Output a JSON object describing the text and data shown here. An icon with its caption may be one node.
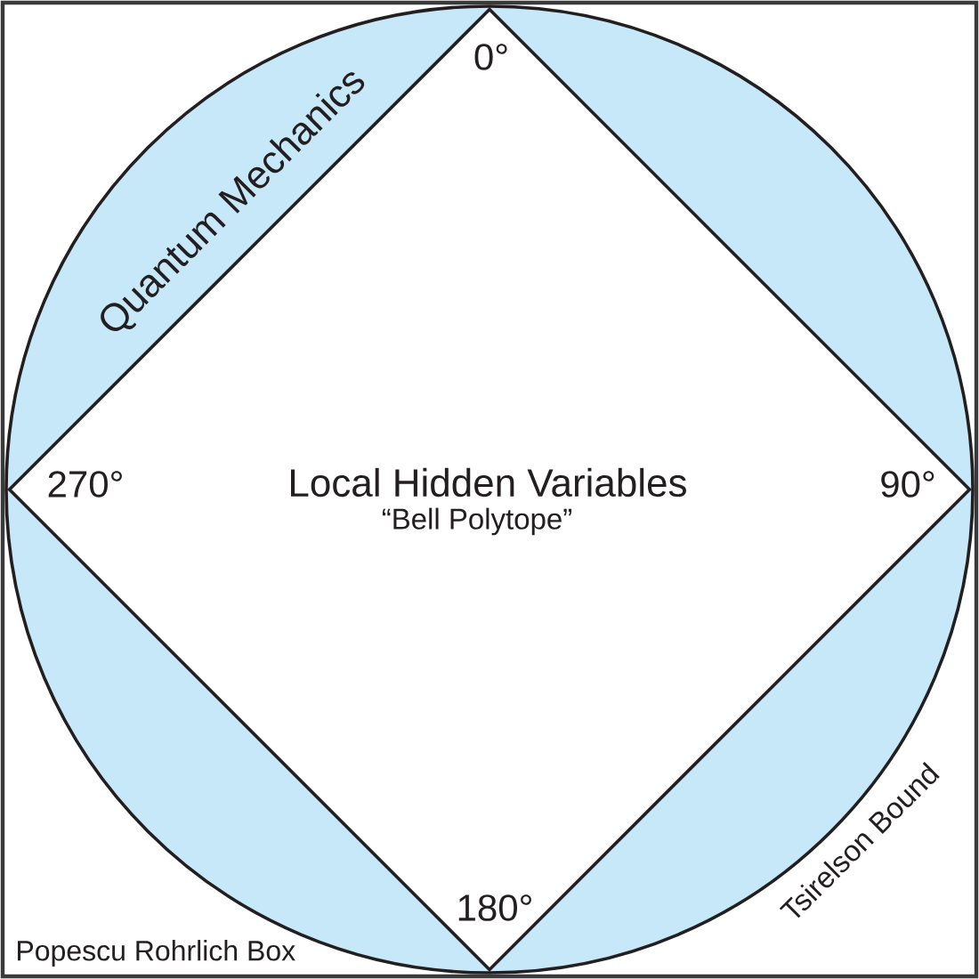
{
  "diagram": {
    "nodes": [
      {
        "text": [
          "Popescu Rohrlich Box"
        ]
      },
      {
        "text": [
          "Quantum Mechanics"
        ],
        "in": 0,
        "beside": [
          "Tsirelson Bound"
        ]
      },
      {
        "text": [
          "Local Hidden Variables",
          "“Bell Polytope”"
        ],
        "in": 1
      }
    ],
    "labels": [
      "0°",
      "270°",
      "90°",
      "180°"
    ]
  }
}
